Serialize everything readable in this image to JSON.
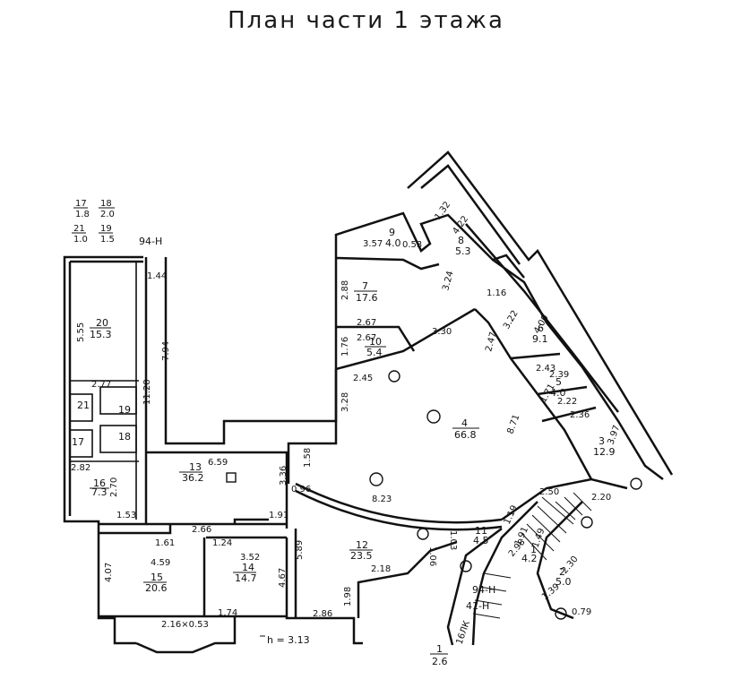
{
  "title": "План части 1 этажа",
  "legend": [
    {
      "num": "17",
      "area": "1.8"
    },
    {
      "num": "18",
      "area": "2.0"
    },
    {
      "num": "21",
      "area": "1.0"
    },
    {
      "num": "19",
      "area": "1.5"
    }
  ],
  "rooms": [
    {
      "num": "20",
      "area": "15.3"
    },
    {
      "num": "21",
      "area": ""
    },
    {
      "num": "19",
      "area": ""
    },
    {
      "num": "17",
      "area": ""
    },
    {
      "num": "18",
      "area": ""
    },
    {
      "num": "16",
      "area": "7.3"
    },
    {
      "num": "13",
      "area": "36.2"
    },
    {
      "num": "15",
      "area": "20.6"
    },
    {
      "num": "14",
      "area": "14.7"
    },
    {
      "num": "12",
      "area": "23.5"
    },
    {
      "num": "7",
      "area": "17.6"
    },
    {
      "num": "9",
      "area": "4.0"
    },
    {
      "num": "10",
      "area": "5.4"
    },
    {
      "num": "8",
      "area": "5.3"
    },
    {
      "num": "4",
      "area": "66.8"
    },
    {
      "num": "6",
      "area": "9.1"
    },
    {
      "num": "5",
      "area": "4.0"
    },
    {
      "num": "3",
      "area": "12.9"
    },
    {
      "num": "11",
      "area": "4.5"
    },
    {
      "num": "1",
      "area": "4.2"
    },
    {
      "num": "2",
      "area": "5.0"
    },
    {
      "num": "1",
      "area": "2.6"
    }
  ],
  "dims": [
    "5.55",
    "2.77",
    "11.28",
    "7.94",
    "1.44",
    "2.82",
    "2.70",
    "1.53",
    "1.61",
    "2.66",
    "1.24",
    "1.91",
    "4.07",
    "4.59",
    "3.52",
    "4.67",
    "2.16×0.53",
    "1.74",
    "6.59",
    "3.36",
    "0.96",
    "1.58",
    "5.89",
    "2.18",
    "1.98",
    "2.86",
    "8.23",
    "3.28",
    "2.88",
    "2.67",
    "2.67",
    "2.45",
    "1.76",
    "3.57",
    "0.53",
    "3.30",
    "2.47",
    "3.24",
    "1.32",
    "4.22",
    "1.16",
    "3.22",
    "4.00",
    "2.43",
    "2.39",
    "1.71",
    "2.22",
    "2.36",
    "8.71",
    "3.97",
    "2.50",
    "2.20",
    "1.19",
    "1.49",
    "1.06",
    "1.03",
    "2.98",
    "2.30",
    "1.39",
    "0.79",
    "1.91"
  ],
  "labels": {
    "ref_top": "94-Н",
    "ref_right": "94-Н",
    "ref_right2": "41-Н",
    "ref_bottom": "16ЛК",
    "height": "h = 3.13"
  }
}
